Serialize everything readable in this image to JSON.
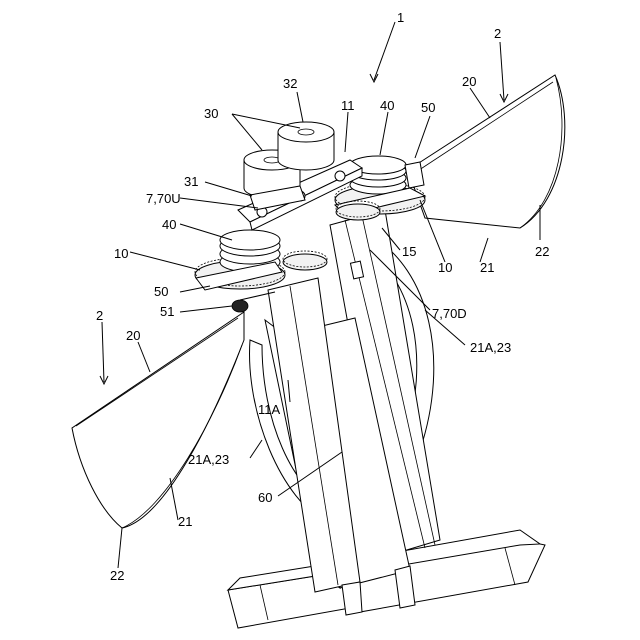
{
  "labels": {
    "l1": "1",
    "l2_right": "2",
    "l2_left": "2",
    "l32": "32",
    "l30": "30",
    "l11": "11",
    "l40_top": "40",
    "l50_top": "50",
    "l20_right": "20",
    "l31": "31",
    "l7_70U": "7,70U",
    "l40_left": "40",
    "l10_left": "10",
    "l50_left": "50",
    "l51": "51",
    "l15": "15",
    "l10_right": "10",
    "l21_right": "21",
    "l22_right": "22",
    "l7_70D": "7,70D",
    "l21A_23_right": "21A,23",
    "l20_left": "20",
    "l11A": "11A",
    "l21A_23_left": "21A,23",
    "l60": "60",
    "l21_left": "21",
    "l22_left": "22"
  }
}
